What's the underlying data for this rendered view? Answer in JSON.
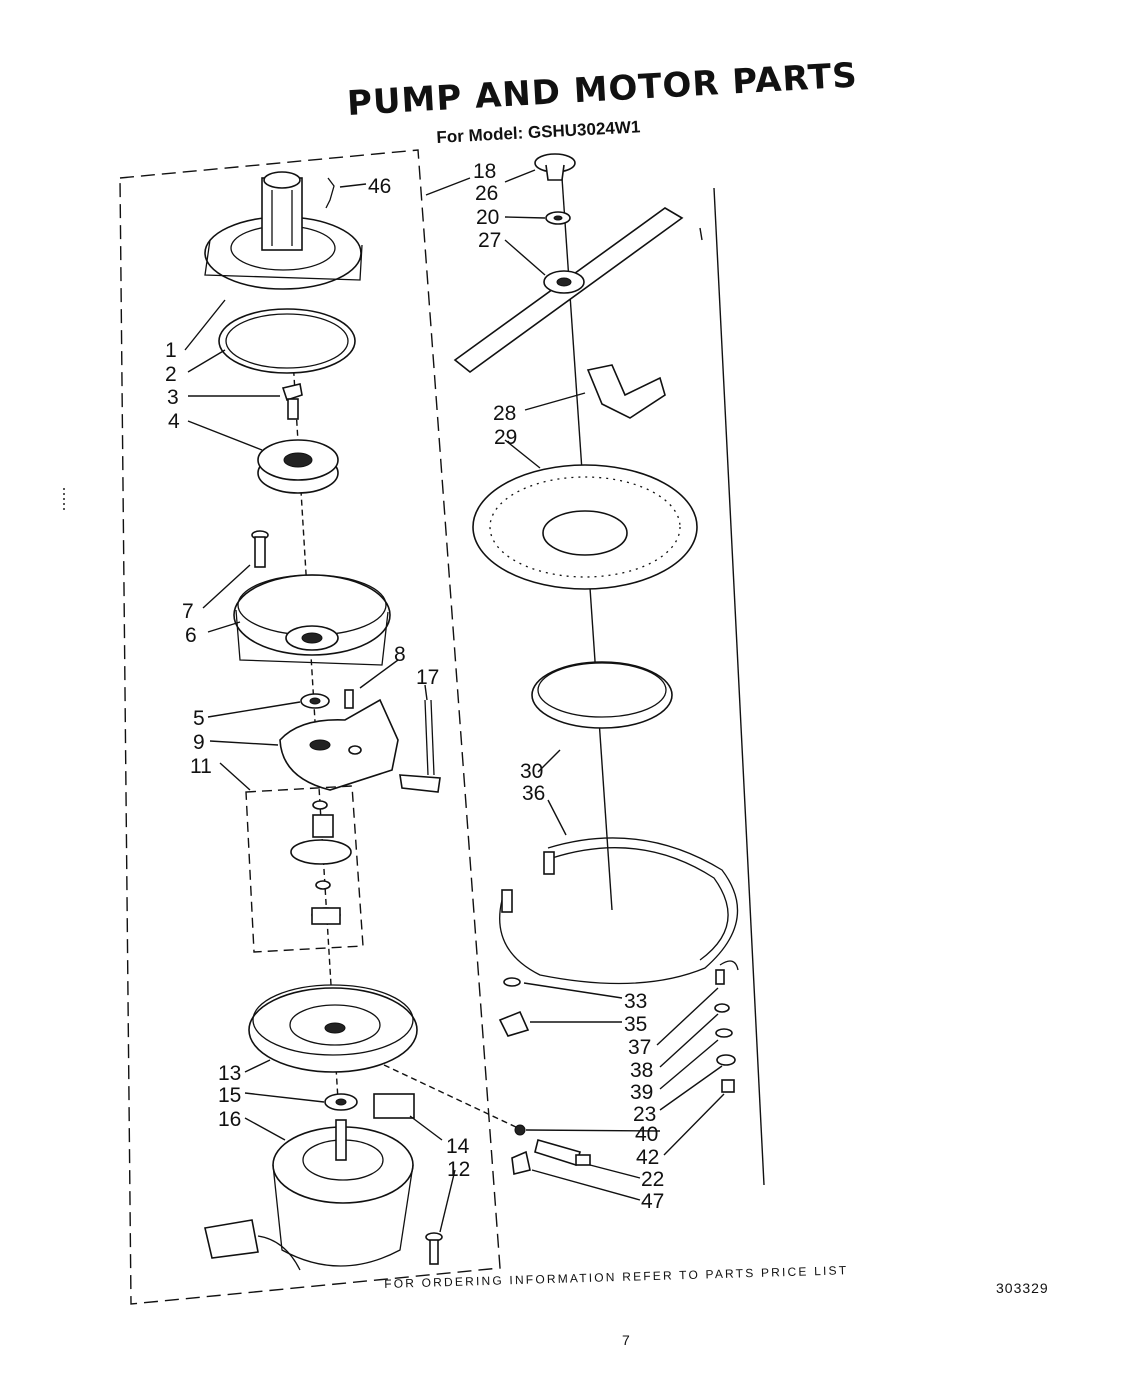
{
  "title": "PUMP AND MOTOR PARTS",
  "model": "For Model: GSHU3024W1",
  "footer": "FOR ORDERING INFORMATION REFER TO PARTS PRICE LIST",
  "doc_number": "303329",
  "page_number": "7",
  "labels": {
    "l1": "1",
    "l2": "2",
    "l3": "3",
    "l4": "4",
    "l5": "5",
    "l6": "6",
    "l7": "7",
    "l8": "8",
    "l9": "9",
    "l11": "11",
    "l12": "12",
    "l13": "13",
    "l14": "14",
    "l15": "15",
    "l16": "16",
    "l17": "17",
    "l18": "18",
    "l20": "20",
    "l22": "22",
    "l23": "23",
    "l26": "26",
    "l27": "27",
    "l28": "28",
    "l29": "29",
    "l30": "30",
    "l33": "33",
    "l35": "35",
    "l36": "36",
    "l37": "37",
    "l38": "38",
    "l39": "39",
    "l40": "40",
    "l42": "42",
    "l46": "46",
    "l47": "47"
  }
}
